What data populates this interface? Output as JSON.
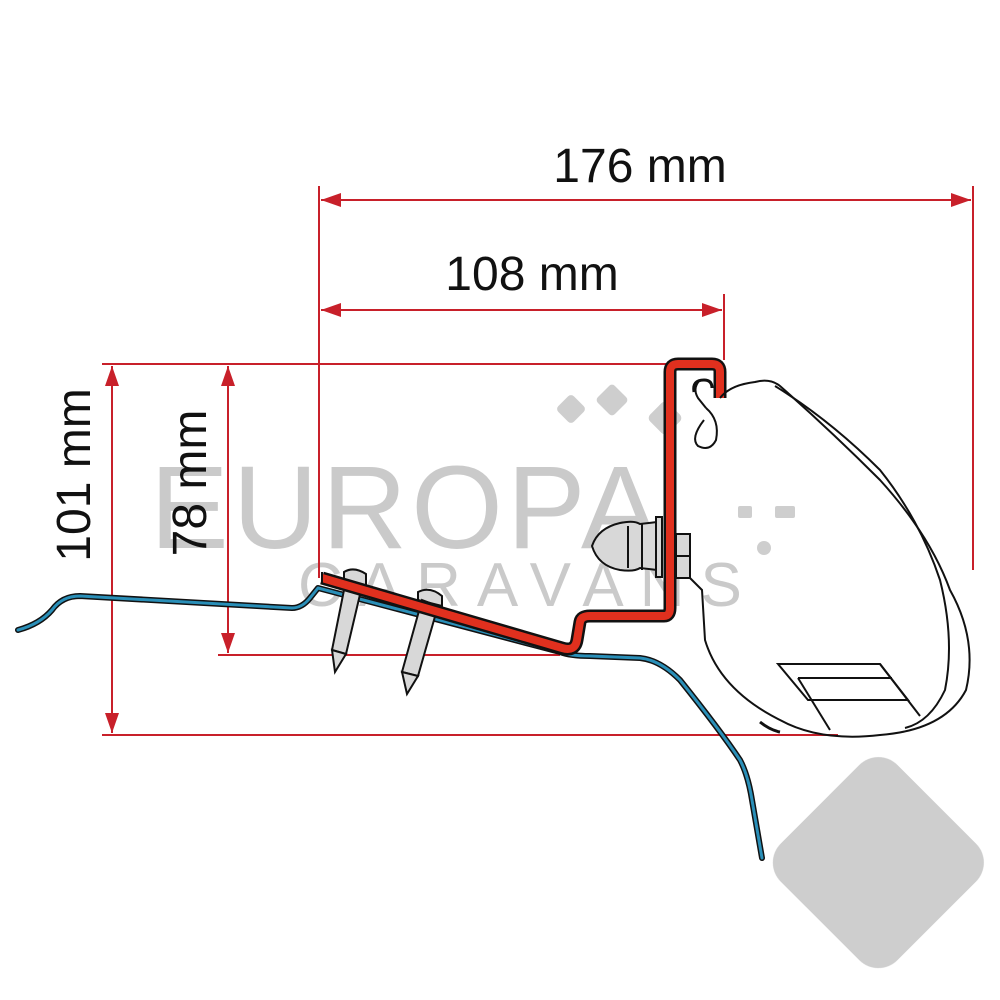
{
  "diagram": {
    "subject": "Awning mounting bracket adapter",
    "colors": {
      "dimension_line": "#c8202a",
      "bracket_fill": "#e0301e",
      "roof_panel": "#2a8fb8",
      "outline": "#111111",
      "bolt_fill": "#d8d8d8",
      "watermark": "#c8c8c8"
    },
    "dimensions": {
      "width_total": {
        "label": "176 mm",
        "value": 176,
        "unit": "mm",
        "orientation": "horizontal"
      },
      "width_bracket": {
        "label": "108 mm",
        "value": 108,
        "unit": "mm",
        "orientation": "horizontal"
      },
      "height_total": {
        "label": "101 mm",
        "value": 101,
        "unit": "mm",
        "orientation": "vertical"
      },
      "height_bracket": {
        "label": "78 mm",
        "value": 78,
        "unit": "mm",
        "orientation": "vertical"
      }
    },
    "parts": [
      {
        "name": "roof-panel",
        "label": "Vehicle roof profile"
      },
      {
        "name": "bracket",
        "label": "Red mounting bracket"
      },
      {
        "name": "screws",
        "label": "Two fixing screws"
      },
      {
        "name": "bolt",
        "label": "Bolt with nut"
      },
      {
        "name": "awning-case",
        "label": "Awning cassette housing"
      }
    ]
  },
  "watermark": {
    "line1": "EUROPA",
    "line2": "CARAVANS"
  }
}
